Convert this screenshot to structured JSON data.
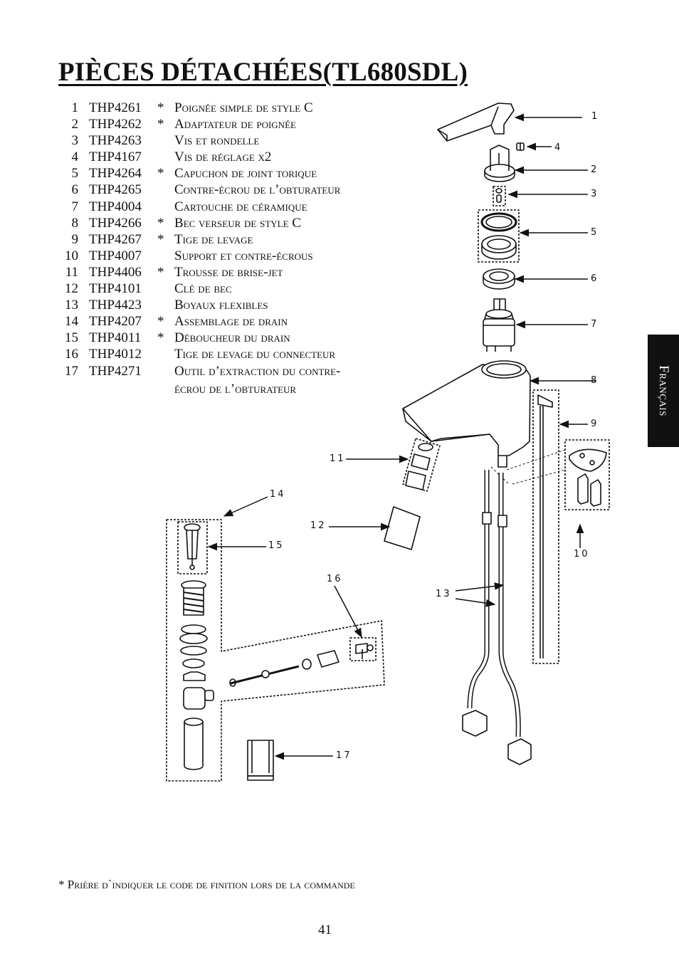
{
  "title": "PIÈCES DÉTACHÉES(TL680SDL)",
  "side_tab": "Français",
  "parts": [
    {
      "num": "1",
      "code": "THP4261",
      "star": "*",
      "desc": "Poignée simple de style C"
    },
    {
      "num": "2",
      "code": "THP4262",
      "star": "*",
      "desc": "Adaptateur de poignée"
    },
    {
      "num": "3",
      "code": "THP4263",
      "star": "",
      "desc": "Vis et rondelle"
    },
    {
      "num": "4",
      "code": "THP4167",
      "star": "",
      "desc": "Vis de réglage x2"
    },
    {
      "num": "5",
      "code": "THP4264",
      "star": "*",
      "desc": "Capuchon de joint torique"
    },
    {
      "num": "6",
      "code": "THP4265",
      "star": "",
      "desc": "Contre-écrou de l’obturateur"
    },
    {
      "num": "7",
      "code": "THP4004",
      "star": "",
      "desc": "Cartouche de céramique"
    },
    {
      "num": "8",
      "code": "THP4266",
      "star": "*",
      "desc": "Bec verseur de style C"
    },
    {
      "num": "9",
      "code": "THP4267",
      "star": "*",
      "desc": "Tige de levage"
    },
    {
      "num": "10",
      "code": "THP4007",
      "star": "",
      "desc": "Support et contre-écrous"
    },
    {
      "num": "11",
      "code": "THP4406",
      "star": "*",
      "desc": "Trousse de brise-jet"
    },
    {
      "num": "12",
      "code": "THP4101",
      "star": "",
      "desc": "Clé de bec"
    },
    {
      "num": "13",
      "code": "THP4423",
      "star": "",
      "desc": "Boyaux flexibles"
    },
    {
      "num": "14",
      "code": "THP4207",
      "star": "*",
      "desc": "Assemblage de drain"
    },
    {
      "num": "15",
      "code": "THP4011",
      "star": "*",
      "desc": "Déboucheur du drain"
    },
    {
      "num": "16",
      "code": "THP4012",
      "star": "",
      "desc": "Tige de levage du connecteur"
    },
    {
      "num": "17",
      "code": "THP4271",
      "star": "",
      "desc": "Outil d’extraction du contre-"
    }
  ],
  "part17_continuation": "écrou de l’obturateur",
  "diagram_callouts": [
    "1",
    "2",
    "3",
    "4",
    "5",
    "6",
    "7",
    "8",
    "9",
    "10",
    "11",
    "12",
    "13",
    "14",
    "15",
    "16",
    "17"
  ],
  "footnote": "* Prière d`indiquer le code de finition lors de la commande",
  "page_number": "41"
}
